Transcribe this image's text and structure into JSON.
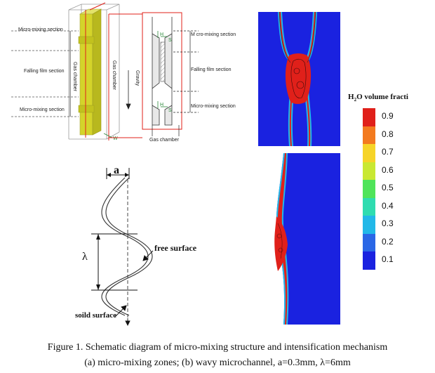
{
  "panel_3d": {
    "labels": {
      "micro_mixing_top": "Micro-mixing section",
      "falling_film": "Falling film section",
      "micro_mixing_bottom": "Micro-mixing section",
      "gas_chamber_vertical_1": "Gas chamber",
      "gas_chamber_vertical_2": "Gas chamber",
      "axis_w": "W"
    }
  },
  "panel_detail": {
    "labels": {
      "micro_mixing_top": "M cro-mixing section",
      "falling_film": "Falling film section",
      "micro_mixing_bottom": "Micro-mixing section",
      "gravity": "Gravity",
      "gas_chamber": "Gas chamber",
      "h_top": "H",
      "s_top": "S",
      "h_bottom": "H",
      "s_bottom": "S"
    }
  },
  "wavy": {
    "a_label": "a",
    "lambda_label": "λ",
    "free_surface": "free surface",
    "solid_surface": "soild surface"
  },
  "colorbar": {
    "title_pre": "H",
    "title_sub": "2",
    "title_post": "O volume fracti",
    "ticks": [
      "0.9",
      "0.8",
      "0.7",
      "0.6",
      "0.5",
      "0.4",
      "0.3",
      "0.2",
      "0.1"
    ],
    "colors": [
      "#e0201a",
      "#f37a1f",
      "#f6d428",
      "#c9e832",
      "#4fe45a",
      "#2fdcb0",
      "#22b8e8",
      "#2a67e6",
      "#1a22e0"
    ]
  },
  "caption": {
    "line1": "Figure 1. Schematic diagram of micro-mixing structure and intensification mechanism",
    "line2": "(a) micro-mixing zones; (b) wavy microchannel, a=0.3mm, λ=6mm"
  }
}
